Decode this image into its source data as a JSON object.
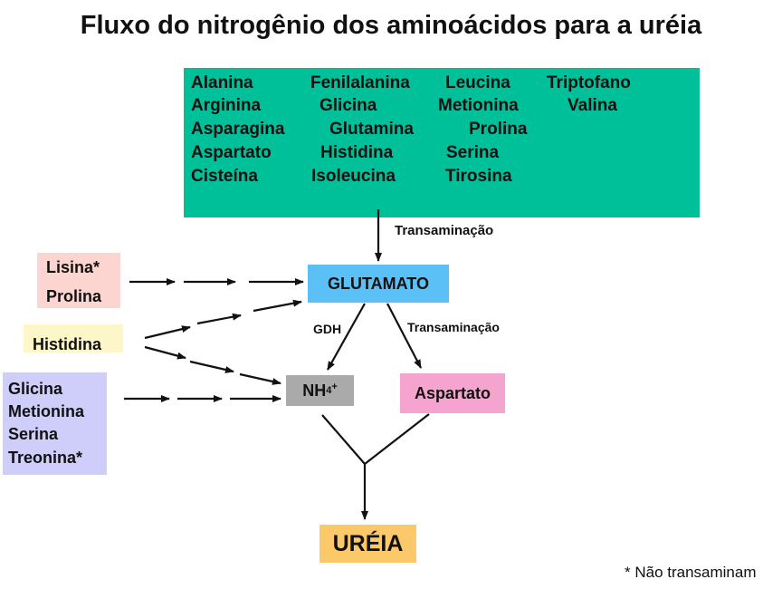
{
  "title": "Fluxo do nitrogênio dos aminoácidos para a uréia",
  "transaminated_group": [
    "Alanina",
    "Fenilalanina",
    "Leucina",
    "Triptofano",
    "Arginina",
    "Glicina",
    "Metionina",
    "Valina",
    "Asparagina",
    "Glutamina",
    "Prolina",
    "Aspartato",
    "Histidina",
    "Serina",
    "Cisteína",
    "Isoleucina",
    "Tirosina"
  ],
  "labels": {
    "transamination_top": "Transaminação",
    "gdh": "GDH",
    "transamination_right": "Transaminação"
  },
  "nodes": {
    "glutamato": "GLUTAMATO",
    "nh4_base": "NH",
    "nh4_sub": "4",
    "nh4_sup": "+",
    "aspartato": "Aspartato",
    "ureia": "URÉIA"
  },
  "side_groups": {
    "group1": [
      "Lisina*",
      "Prolina"
    ],
    "group2": [
      "Histidina"
    ],
    "group3": [
      "Glicina",
      "Metionina",
      "Serina",
      "Treonina*"
    ]
  },
  "footnote": "* Não transaminam"
}
